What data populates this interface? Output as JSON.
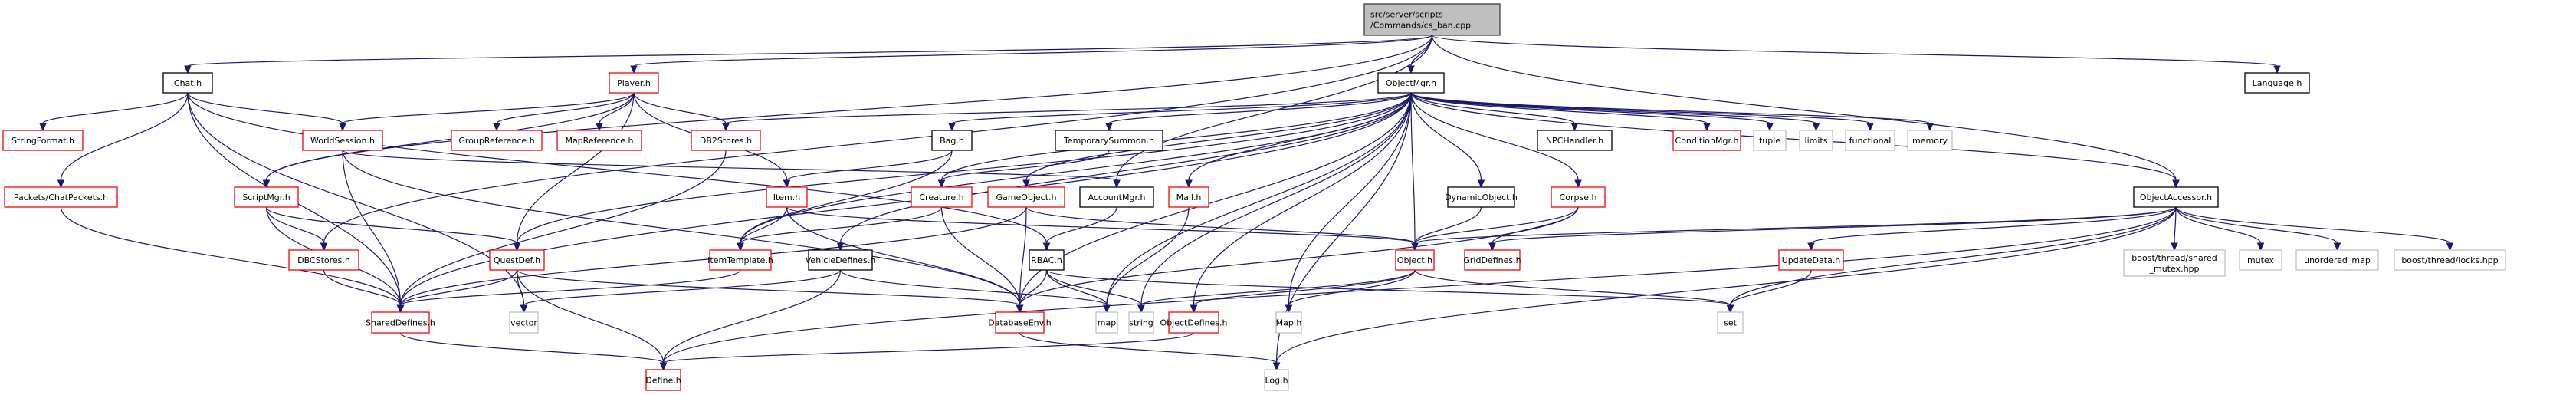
{
  "title": "Include dependency graph for cs_ban.cpp",
  "styles": {
    "root": {
      "fill": "#bfbfbf",
      "stroke": "#404040"
    },
    "documented": {
      "fill": "#ffffff",
      "stroke": "#000000"
    },
    "has_children_hidden": {
      "fill": "#ffffff",
      "stroke": "#ff0000"
    },
    "external": {
      "fill": "#ffffff",
      "stroke": "#bfbfbf"
    },
    "edge_color": "#191970"
  },
  "nodes": [
    {
      "id": "root",
      "label": [
        "src/server/scripts",
        "/Commands/cs_ban.cpp"
      ],
      "kind": "root"
    },
    {
      "id": "chat",
      "label": [
        "Chat.h"
      ],
      "kind": "documented"
    },
    {
      "id": "player",
      "label": [
        "Player.h"
      ],
      "kind": "has_children_hidden"
    },
    {
      "id": "objectmgr",
      "label": [
        "ObjectMgr.h"
      ],
      "kind": "documented"
    },
    {
      "id": "language",
      "label": [
        "Language.h"
      ],
      "kind": "documented"
    },
    {
      "id": "stringformat",
      "label": [
        "StringFormat.h"
      ],
      "kind": "has_children_hidden"
    },
    {
      "id": "worldsession",
      "label": [
        "WorldSession.h"
      ],
      "kind": "has_children_hidden"
    },
    {
      "id": "groupref",
      "label": [
        "GroupReference.h"
      ],
      "kind": "has_children_hidden"
    },
    {
      "id": "mapref",
      "label": [
        "MapReference.h"
      ],
      "kind": "has_children_hidden"
    },
    {
      "id": "db2stores",
      "label": [
        "DB2Stores.h"
      ],
      "kind": "has_children_hidden"
    },
    {
      "id": "bag",
      "label": [
        "Bag.h"
      ],
      "kind": "documented"
    },
    {
      "id": "tempsummon",
      "label": [
        "TemporarySummon.h"
      ],
      "kind": "documented"
    },
    {
      "id": "npchandler",
      "label": [
        "NPCHandler.h"
      ],
      "kind": "documented"
    },
    {
      "id": "conditionmgr",
      "label": [
        "ConditionMgr.h"
      ],
      "kind": "has_children_hidden"
    },
    {
      "id": "tuple",
      "label": [
        "tuple"
      ],
      "kind": "external"
    },
    {
      "id": "limits",
      "label": [
        "limits"
      ],
      "kind": "external"
    },
    {
      "id": "functional",
      "label": [
        "functional"
      ],
      "kind": "external"
    },
    {
      "id": "memory",
      "label": [
        "memory"
      ],
      "kind": "external"
    },
    {
      "id": "chatpackets",
      "label": [
        "Packets/ChatPackets.h"
      ],
      "kind": "has_children_hidden"
    },
    {
      "id": "scriptmgr",
      "label": [
        "ScriptMgr.h"
      ],
      "kind": "has_children_hidden"
    },
    {
      "id": "item",
      "label": [
        "Item.h"
      ],
      "kind": "has_children_hidden"
    },
    {
      "id": "creature",
      "label": [
        "Creature.h"
      ],
      "kind": "has_children_hidden"
    },
    {
      "id": "gameobject",
      "label": [
        "GameObject.h"
      ],
      "kind": "has_children_hidden"
    },
    {
      "id": "accountmgr",
      "label": [
        "AccountMgr.h"
      ],
      "kind": "documented"
    },
    {
      "id": "mail",
      "label": [
        "Mail.h"
      ],
      "kind": "has_children_hidden"
    },
    {
      "id": "dynobject",
      "label": [
        "DynamicObject.h"
      ],
      "kind": "documented"
    },
    {
      "id": "corpse",
      "label": [
        "Corpse.h"
      ],
      "kind": "has_children_hidden"
    },
    {
      "id": "objaccessor",
      "label": [
        "ObjectAccessor.h"
      ],
      "kind": "documented"
    },
    {
      "id": "dbcstores",
      "label": [
        "DBCStores.h"
      ],
      "kind": "has_children_hidden"
    },
    {
      "id": "questdef",
      "label": [
        "QuestDef.h"
      ],
      "kind": "has_children_hidden"
    },
    {
      "id": "itemtemplate",
      "label": [
        "ItemTemplate.h"
      ],
      "kind": "has_children_hidden"
    },
    {
      "id": "vehicledefines",
      "label": [
        "VehicleDefines.h"
      ],
      "kind": "documented"
    },
    {
      "id": "rbac",
      "label": [
        "RBAC.h"
      ],
      "kind": "documented"
    },
    {
      "id": "object",
      "label": [
        "Object.h"
      ],
      "kind": "has_children_hidden"
    },
    {
      "id": "griddefines",
      "label": [
        "GridDefines.h"
      ],
      "kind": "has_children_hidden"
    },
    {
      "id": "updatedata",
      "label": [
        "UpdateData.h"
      ],
      "kind": "has_children_hidden"
    },
    {
      "id": "sharedmutex",
      "label": [
        "boost/thread/shared",
        "_mutex.hpp"
      ],
      "kind": "external"
    },
    {
      "id": "mutex",
      "label": [
        "mutex"
      ],
      "kind": "external"
    },
    {
      "id": "unorderedmap",
      "label": [
        "unordered_map"
      ],
      "kind": "external"
    },
    {
      "id": "locks",
      "label": [
        "boost/thread/locks.hpp"
      ],
      "kind": "external"
    },
    {
      "id": "shareddefines",
      "label": [
        "SharedDefines.h"
      ],
      "kind": "has_children_hidden"
    },
    {
      "id": "vector",
      "label": [
        "vector"
      ],
      "kind": "external"
    },
    {
      "id": "databaseenv",
      "label": [
        "DatabaseEnv.h"
      ],
      "kind": "has_children_hidden"
    },
    {
      "id": "map",
      "label": [
        "map"
      ],
      "kind": "external"
    },
    {
      "id": "string",
      "label": [
        "string"
      ],
      "kind": "external"
    },
    {
      "id": "objectdefines",
      "label": [
        "ObjectDefines.h"
      ],
      "kind": "has_children_hidden"
    },
    {
      "id": "maph",
      "label": [
        "Map.h"
      ],
      "kind": "external"
    },
    {
      "id": "set",
      "label": [
        "set"
      ],
      "kind": "external"
    },
    {
      "id": "define",
      "label": [
        "Define.h"
      ],
      "kind": "has_children_hidden"
    },
    {
      "id": "log",
      "label": [
        "Log.h"
      ],
      "kind": "external"
    }
  ],
  "edges": [
    [
      "root",
      "chat"
    ],
    [
      "root",
      "player"
    ],
    [
      "root",
      "objectmgr"
    ],
    [
      "root",
      "language"
    ],
    [
      "root",
      "objaccessor"
    ],
    [
      "root",
      "accountmgr"
    ],
    [
      "root",
      "scriptmgr"
    ],
    [
      "root",
      "dbcstores"
    ],
    [
      "chat",
      "stringformat"
    ],
    [
      "chat",
      "worldsession"
    ],
    [
      "chat",
      "chatpackets"
    ],
    [
      "chat",
      "shareddefines"
    ],
    [
      "chat",
      "vector"
    ],
    [
      "chat",
      "rbac"
    ],
    [
      "player",
      "worldsession"
    ],
    [
      "player",
      "groupref"
    ],
    [
      "player",
      "mapref"
    ],
    [
      "player",
      "db2stores"
    ],
    [
      "player",
      "item"
    ],
    [
      "player",
      "questdef"
    ],
    [
      "player",
      "scriptmgr"
    ],
    [
      "objectmgr",
      "db2stores"
    ],
    [
      "objectmgr",
      "bag"
    ],
    [
      "objectmgr",
      "tempsummon"
    ],
    [
      "objectmgr",
      "npchandler"
    ],
    [
      "objectmgr",
      "conditionmgr"
    ],
    [
      "objectmgr",
      "tuple"
    ],
    [
      "objectmgr",
      "limits"
    ],
    [
      "objectmgr",
      "functional"
    ],
    [
      "objectmgr",
      "memory"
    ],
    [
      "objectmgr",
      "creature"
    ],
    [
      "objectmgr",
      "gameobject"
    ],
    [
      "objectmgr",
      "mail"
    ],
    [
      "objectmgr",
      "dynobject"
    ],
    [
      "objectmgr",
      "corpse"
    ],
    [
      "objectmgr",
      "object"
    ],
    [
      "objectmgr",
      "itemtemplate"
    ],
    [
      "objectmgr",
      "questdef"
    ],
    [
      "objectmgr",
      "vehicledefines"
    ],
    [
      "objectmgr",
      "objectdefines"
    ],
    [
      "objectmgr",
      "databaseenv"
    ],
    [
      "objectmgr",
      "map"
    ],
    [
      "objectmgr",
      "string"
    ],
    [
      "objectmgr",
      "maph"
    ],
    [
      "objectmgr",
      "log"
    ],
    [
      "objectmgr",
      "objaccessor"
    ],
    [
      "objectmgr",
      "shareddefines"
    ],
    [
      "worldsession",
      "shareddefines"
    ],
    [
      "worldsession",
      "databaseenv"
    ],
    [
      "worldsession",
      "accountmgr"
    ],
    [
      "db2stores",
      "shareddefines"
    ],
    [
      "bag",
      "item"
    ],
    [
      "bag",
      "itemtemplate"
    ],
    [
      "tempsummon",
      "creature"
    ],
    [
      "chatpackets",
      "shareddefines"
    ],
    [
      "scriptmgr",
      "dbcstores"
    ],
    [
      "scriptmgr",
      "questdef"
    ],
    [
      "scriptmgr",
      "shareddefines"
    ],
    [
      "item",
      "itemtemplate"
    ],
    [
      "item",
      "databaseenv"
    ],
    [
      "item",
      "object"
    ],
    [
      "creature",
      "itemtemplate"
    ],
    [
      "creature",
      "databaseenv"
    ],
    [
      "gameobject",
      "shareddefines"
    ],
    [
      "gameobject",
      "databaseenv"
    ],
    [
      "gameobject",
      "object"
    ],
    [
      "accountmgr",
      "rbac"
    ],
    [
      "mail",
      "map"
    ],
    [
      "dynobject",
      "object"
    ],
    [
      "corpse",
      "object"
    ],
    [
      "corpse",
      "griddefines"
    ],
    [
      "corpse",
      "databaseenv"
    ],
    [
      "objaccessor",
      "object"
    ],
    [
      "objaccessor",
      "griddefines"
    ],
    [
      "objaccessor",
      "updatedata"
    ],
    [
      "objaccessor",
      "sharedmutex"
    ],
    [
      "objaccessor",
      "mutex"
    ],
    [
      "objaccessor",
      "unorderedmap"
    ],
    [
      "objaccessor",
      "locks"
    ],
    [
      "objaccessor",
      "set"
    ],
    [
      "objaccessor",
      "define"
    ],
    [
      "objaccessor",
      "log"
    ],
    [
      "dbcstores",
      "shareddefines"
    ],
    [
      "questdef",
      "shareddefines"
    ],
    [
      "questdef",
      "databaseenv"
    ],
    [
      "questdef",
      "vector"
    ],
    [
      "questdef",
      "define"
    ],
    [
      "itemtemplate",
      "shareddefines"
    ],
    [
      "vehicledefines",
      "vector"
    ],
    [
      "vehicledefines",
      "map"
    ],
    [
      "vehicledefines",
      "define"
    ],
    [
      "rbac",
      "databaseenv"
    ],
    [
      "rbac",
      "map"
    ],
    [
      "rbac",
      "string"
    ],
    [
      "rbac",
      "set"
    ],
    [
      "object",
      "objectdefines"
    ],
    [
      "object",
      "string"
    ],
    [
      "object",
      "maph"
    ],
    [
      "object",
      "set"
    ],
    [
      "updatedata",
      "set"
    ],
    [
      "shareddefines",
      "define"
    ],
    [
      "databaseenv",
      "log"
    ],
    [
      "objectdefines",
      "define"
    ]
  ]
}
